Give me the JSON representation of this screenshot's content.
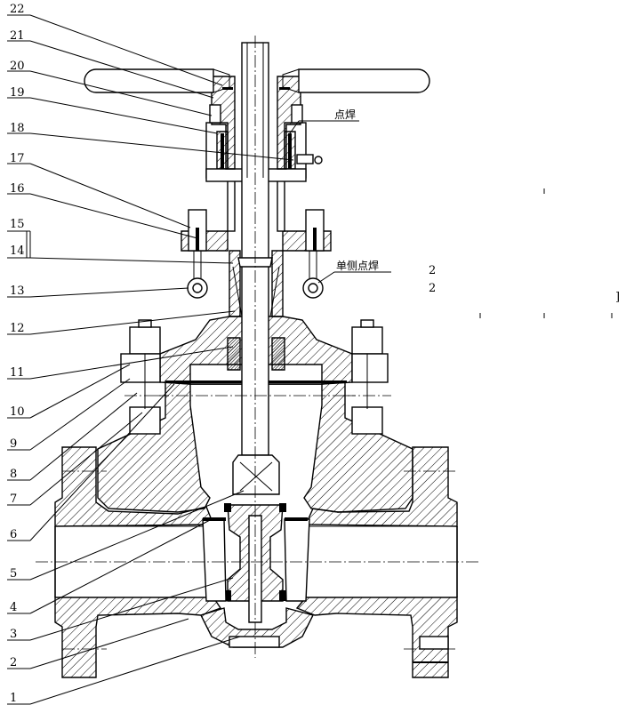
{
  "part_numbers": [
    "1",
    "2",
    "3",
    "4",
    "5",
    "6",
    "7",
    "8",
    "9",
    "10",
    "11",
    "12",
    "13",
    "14",
    "15",
    "16",
    "17",
    "18",
    "19",
    "20",
    "21",
    "22"
  ],
  "notes": {
    "spot_weld": "点焊",
    "single_side_spot_weld": "单侧点焊"
  },
  "stray_text": {
    "a": "2",
    "b": "2",
    "c": "]"
  }
}
